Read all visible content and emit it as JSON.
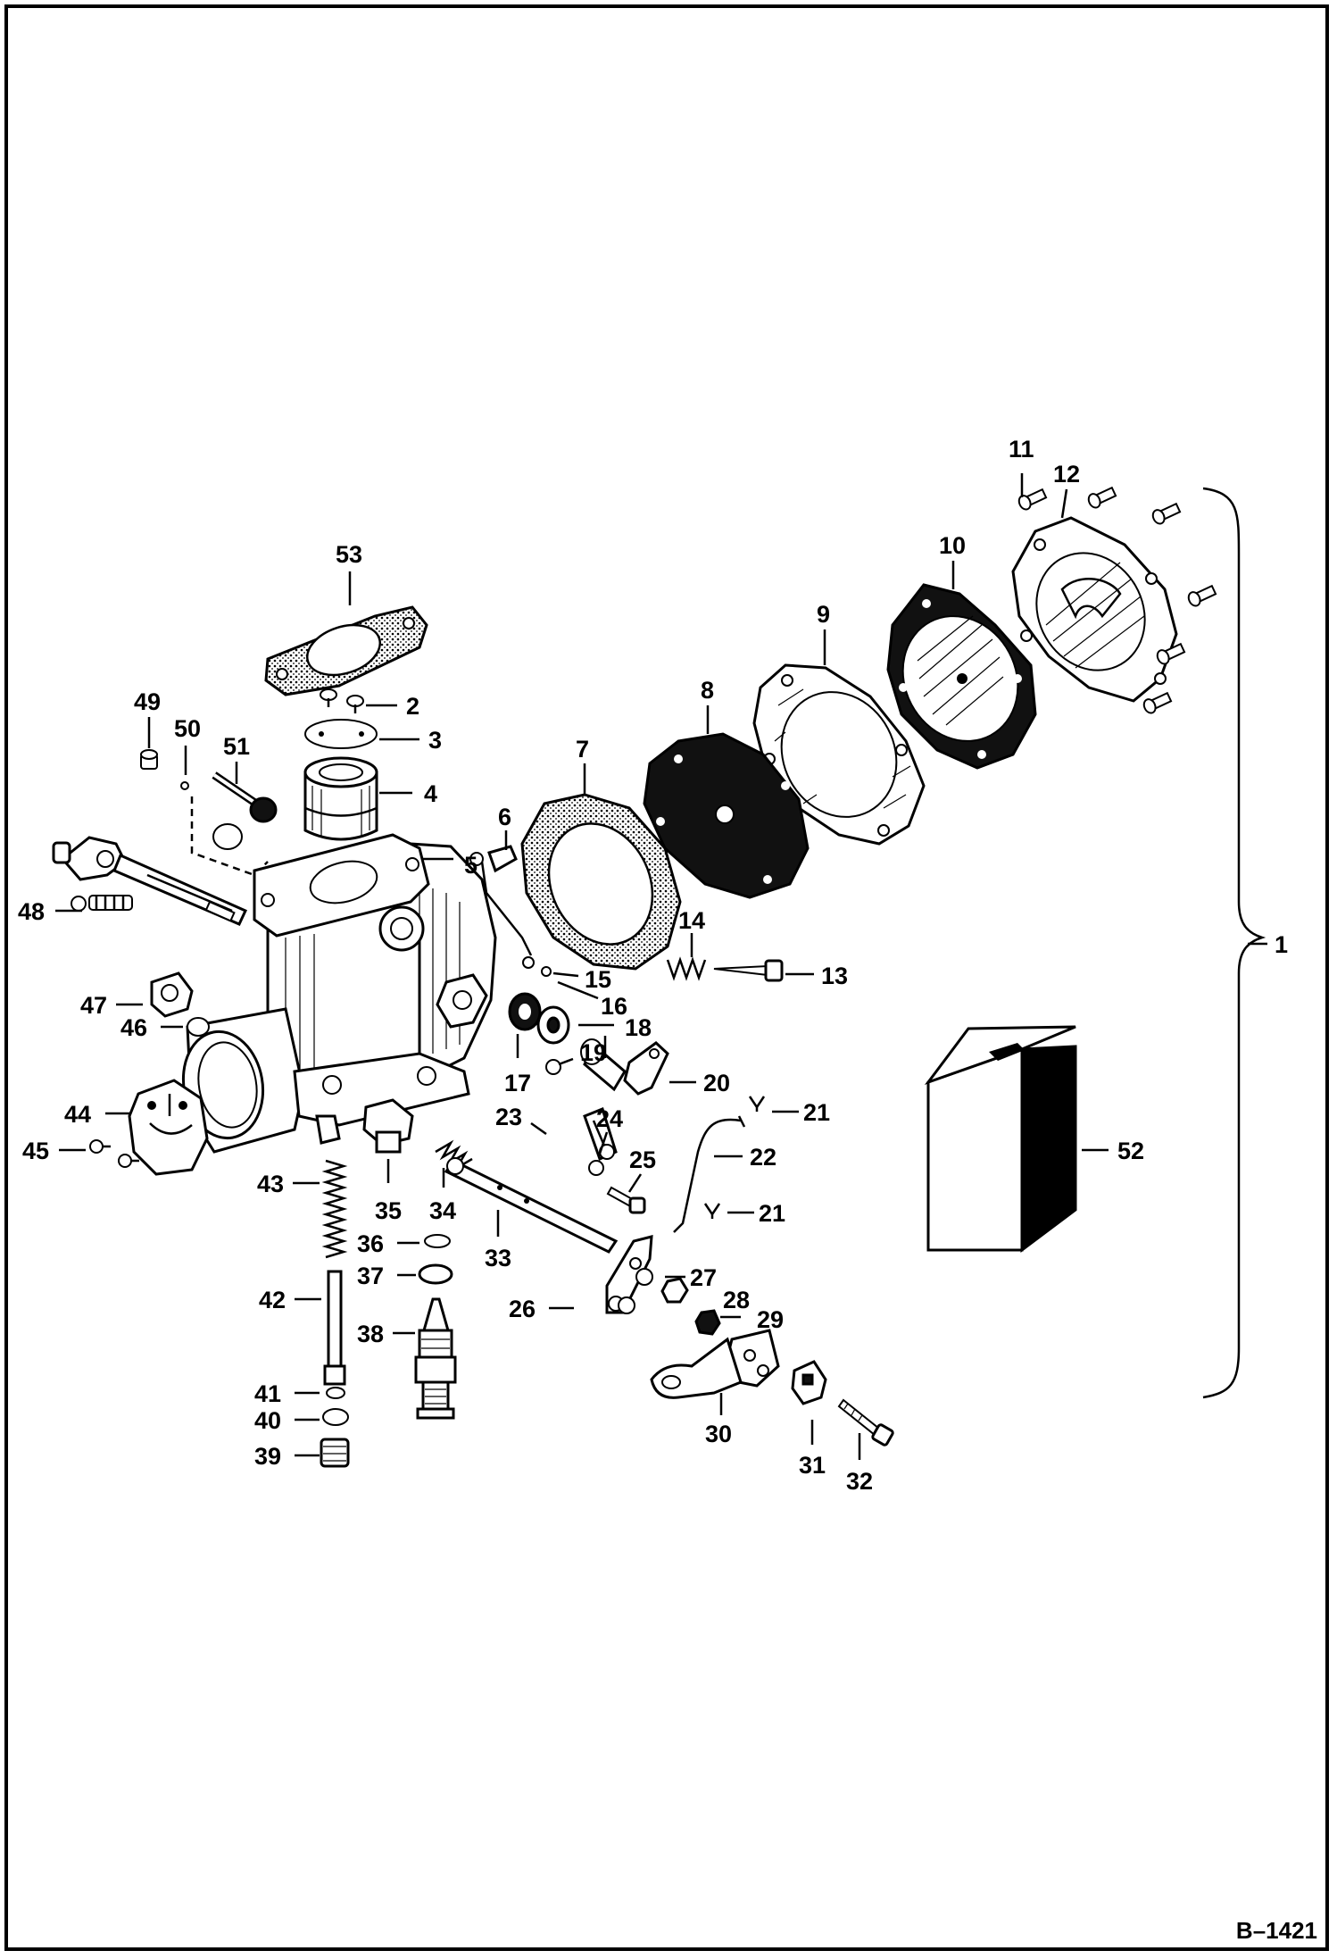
{
  "drawing_number": "B–1421",
  "callouts": [
    "1",
    "2",
    "3",
    "4",
    "5",
    "6",
    "7",
    "8",
    "9",
    "10",
    "11",
    "12",
    "13",
    "14",
    "15",
    "16",
    "17",
    "18",
    "19",
    "20",
    "21",
    "22",
    "23",
    "24",
    "25",
    "26",
    "27",
    "28",
    "29",
    "30",
    "31",
    "32",
    "33",
    "34",
    "35",
    "36",
    "37",
    "38",
    "39",
    "40",
    "41",
    "42",
    "43",
    "44",
    "45",
    "46",
    "47",
    "48",
    "49",
    "50",
    "51",
    "52",
    "53"
  ],
  "callout_21_second": "21"
}
